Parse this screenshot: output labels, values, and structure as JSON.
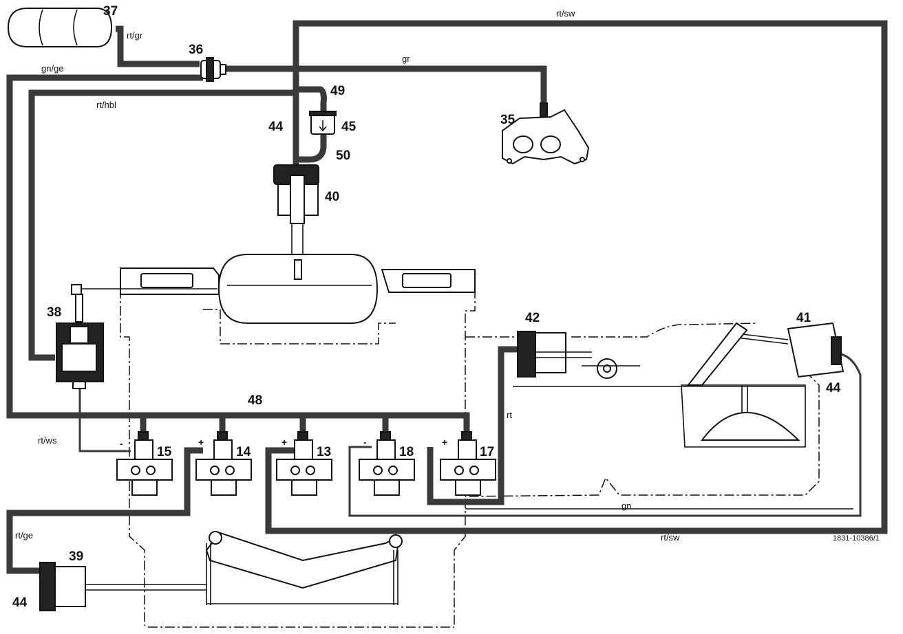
{
  "components": {
    "c35": "35",
    "c36": "36",
    "c37": "37",
    "c38": "38",
    "c39": "39",
    "c40": "40",
    "c41": "41",
    "c42": "42",
    "c44_top": "44",
    "c44_right": "44",
    "c44_bottom": "44",
    "c45": "45",
    "c48": "48",
    "c49": "49",
    "c50": "50",
    "c13": "13",
    "c14": "14",
    "c15": "15",
    "c17": "17",
    "c18": "18"
  },
  "wires": {
    "rt_sw_top": "rt/sw",
    "rt_gr": "rt/gr",
    "gn_ge": "gn/ge",
    "gr": "gr",
    "rt_hbl": "rt/hbl",
    "rt_ws": "rt/ws",
    "rt_ge": "rt/ge",
    "rt": "rt",
    "gn": "gn",
    "rt_sw_bottom": "rt/sw"
  },
  "polarity": {
    "v15": "-",
    "v14": "+",
    "v13": "+",
    "v18": "-",
    "v17": "+"
  },
  "reference": "1831-10386/1"
}
